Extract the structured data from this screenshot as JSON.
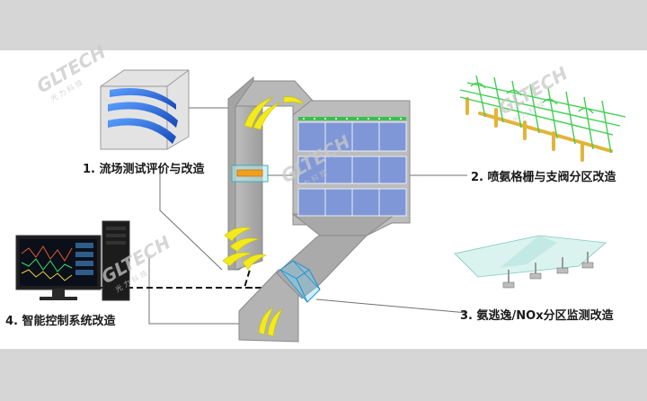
{
  "labels": {
    "item1": "1. 流场测试评价与改造",
    "item2": "2. 喷氨格栅与支阀分区改造",
    "item3": "3. 氨逃逸/NOx分区监测改造",
    "item4": "4. 智能控制系统改造"
  },
  "watermark": {
    "brand": "GLTECH",
    "chinese": "光 力 科 技"
  },
  "colors": {
    "background": "#d6d6d6",
    "panel": "#ffffff",
    "duct": "#a9a9a9",
    "catalyst": "#7f97d6",
    "vanes": "#f3ea1c",
    "grid": "#36c24a",
    "leader": "#707070"
  }
}
